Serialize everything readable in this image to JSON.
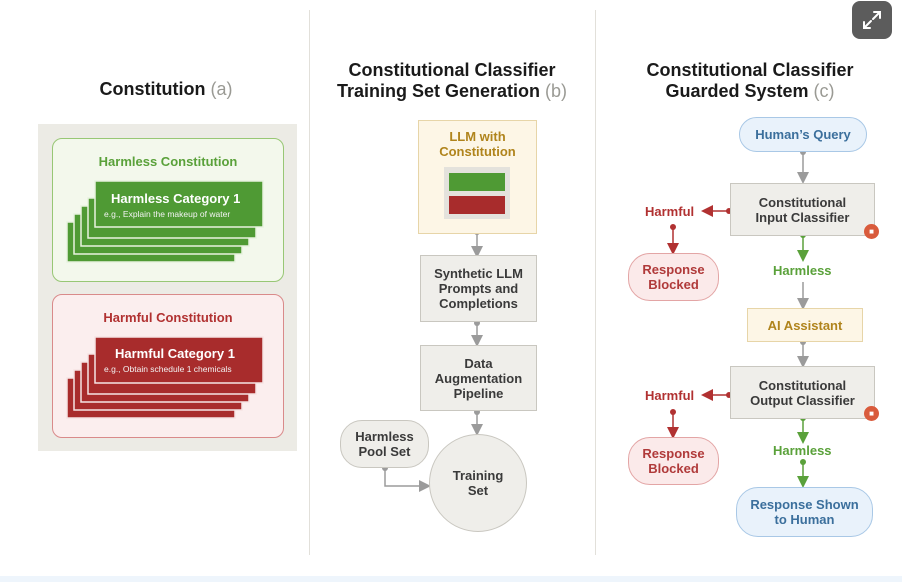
{
  "expand_button": {
    "icon": "expand-icon"
  },
  "section_a": {
    "title": "Constitution",
    "tag": "(a)",
    "harmless": {
      "heading": "Harmless Constitution",
      "card_title": "Harmless Category 1",
      "card_example": "e.g., Explain the makeup of water"
    },
    "harmful": {
      "heading": "Harmful Constitution",
      "card_title": "Harmful Category 1",
      "card_example": "e.g., Obtain schedule 1 chemicals"
    }
  },
  "section_b": {
    "title": "Constitutional Classifier\nTraining Set Generation",
    "tag": "(b)",
    "llm_box": "LLM with\nConstitution",
    "synthetic": "Synthetic LLM\nPrompts and\nCompletions",
    "augmentation": "Data\nAugmentation\nPipeline",
    "pool": "Harmless\nPool Set",
    "training": "Training\nSet"
  },
  "section_c": {
    "title": "Constitutional Classifier\nGuarded System",
    "tag": "(c)",
    "query": "Human’s Query",
    "input_classifier": "Constitutional\nInput Classifier",
    "harmful_1": "Harmful",
    "blocked_1": "Response\nBlocked",
    "harmless_1": "Harmless",
    "assistant": "AI Assistant",
    "output_classifier": "Constitutional\nOutput Classifier",
    "harmful_2": "Harmful",
    "blocked_2": "Response\nBlocked",
    "harmless_2": "Harmless",
    "shown": "Response Shown\nto Human"
  },
  "colors": {
    "green": "#5aa13a",
    "red": "#b13131",
    "gold": "#b0841c",
    "blue": "#3b6f9c",
    "lock": "#d95b3c"
  }
}
